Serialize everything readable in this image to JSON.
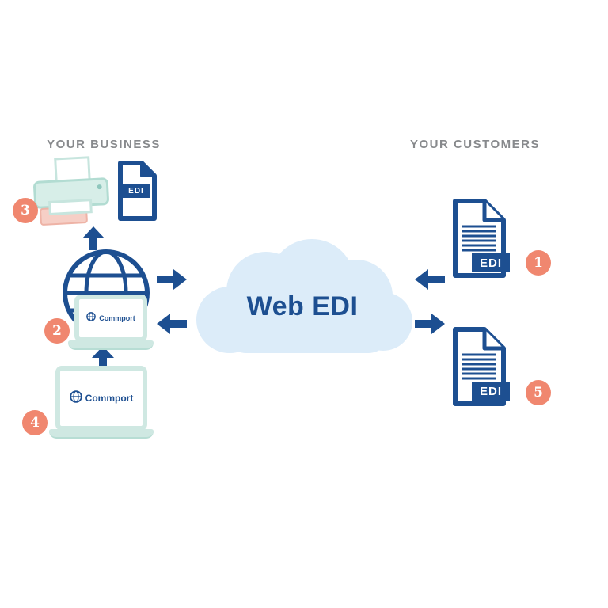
{
  "diagram": {
    "left_section_label": "YOUR BUSINESS",
    "right_section_label": "YOUR CUSTOMERS",
    "cloud_title": "Web EDI",
    "laptop_brand": "Commport",
    "document_label": "EDI",
    "steps": [
      {
        "number": "1"
      },
      {
        "number": "2"
      },
      {
        "number": "3"
      },
      {
        "number": "4"
      },
      {
        "number": "5"
      }
    ],
    "colors": {
      "navy": "#1d4f91",
      "coral": "#f0876f",
      "cloud_blue": "#dcecf9",
      "mint": "#cfe8e2",
      "label_gray": "#87898c"
    }
  }
}
